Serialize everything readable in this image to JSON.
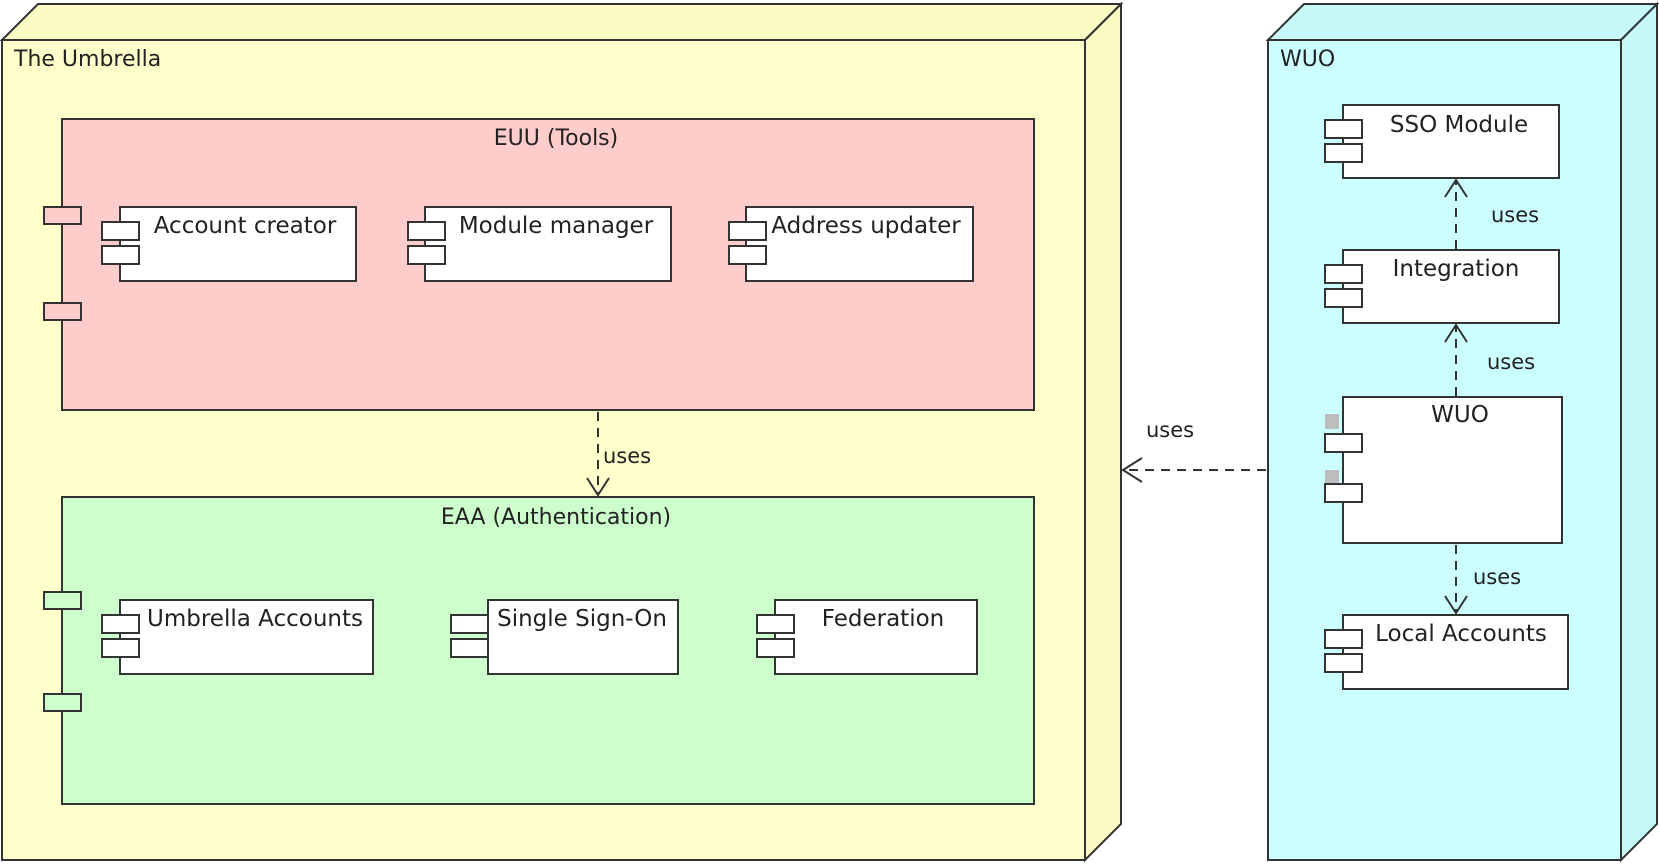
{
  "colors": {
    "umbrella_fill": "#ffffcc",
    "umbrella_side": "#fbfbc4",
    "wuo_fill": "#ccffff",
    "wuo_side": "#c6f8f8",
    "tools_fill": "#ffcccc",
    "auth_fill": "#ccffcc",
    "component_fill": "#ffffff",
    "stroke": "#333333"
  },
  "nodes": {
    "umbrella": {
      "title": "The Umbrella",
      "packages": {
        "tools": {
          "title": "EUU (Tools)",
          "components": [
            "Account creator",
            "Module manager",
            "Address updater"
          ]
        },
        "auth": {
          "title": "EAA (Authentication)",
          "components": [
            "Umbrella Accounts",
            "Single Sign-On",
            "Federation"
          ]
        }
      }
    },
    "wuo": {
      "title": "WUO",
      "components": [
        "SSO Module",
        "Integration",
        "WUO",
        "Local Accounts"
      ]
    }
  },
  "edges": [
    {
      "from": "EUU (Tools)",
      "to": "EAA (Authentication)",
      "label": "uses"
    },
    {
      "from": "WUO",
      "to": "The Umbrella",
      "label": "uses"
    },
    {
      "from": "Integration",
      "to": "SSO Module",
      "label": "uses"
    },
    {
      "from": "WUO",
      "to": "Integration",
      "label": "uses"
    },
    {
      "from": "WUO",
      "to": "Local Accounts",
      "label": "uses"
    }
  ]
}
